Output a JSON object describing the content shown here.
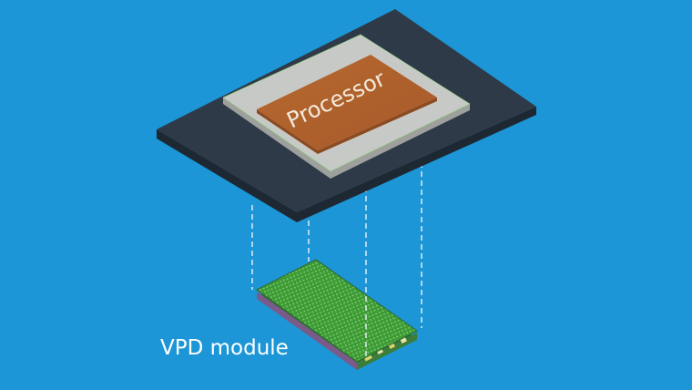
{
  "labels": {
    "processor": "Processor",
    "module": "VPD module"
  },
  "colors": {
    "background": "#1c96d6",
    "board_top": "#2e3a47",
    "board_edge": "#1e2833",
    "lid": "#c7c9c6",
    "die": "#b0632c",
    "module_top": "#43a63b",
    "module_edge": "#2f6f34",
    "guide_lines": "#e9f3f9"
  },
  "icons": [
    "vpd-module-pcb",
    "processor-package",
    "motherboard-substrate"
  ]
}
